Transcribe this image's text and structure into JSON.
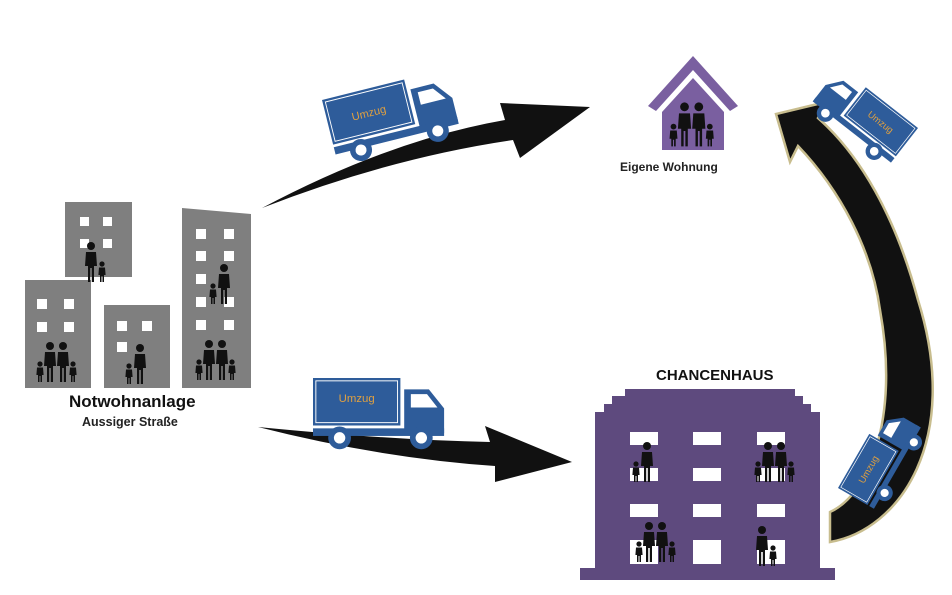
{
  "labels": {
    "notwohnanlage": "Notwohnanlage",
    "aussiger": "Aussiger Straße",
    "eigene_wohnung": "Eigene Wohnung",
    "chancenhaus": "CHANCENHAUS"
  },
  "truck_label": "Umzug",
  "colors": {
    "truck_blue": "#2e5c9a",
    "truck_text": "#e0a040",
    "gray_building": "#7f7f7f",
    "purple": "#5e4a7e",
    "arrow": "#111111",
    "arrow_outline": "#c8bd8e"
  }
}
